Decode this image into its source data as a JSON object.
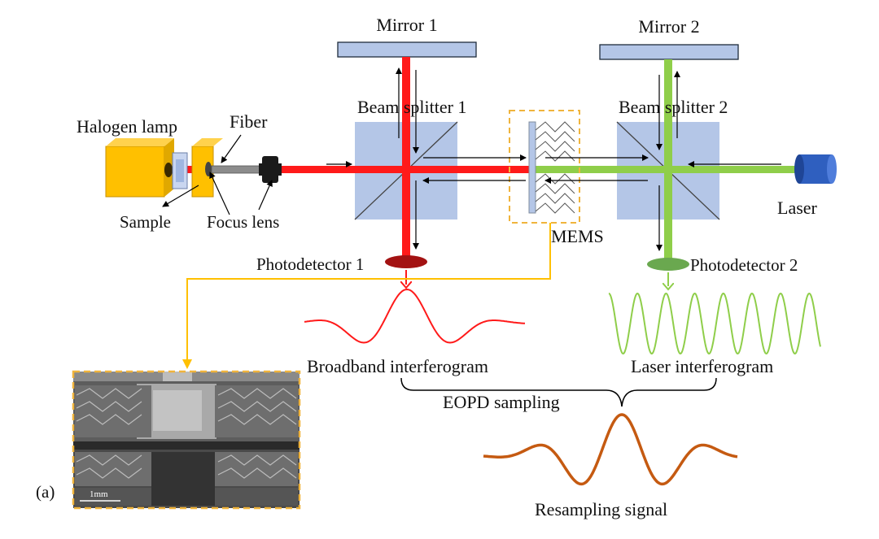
{
  "labels": {
    "mirror1": "Mirror 1",
    "mirror2": "Mirror 2",
    "beam_splitter1": "Beam splitter 1",
    "beam_splitter2": "Beam splitter 2",
    "halogen_lamp": "Halogen lamp",
    "fiber": "Fiber",
    "sample": "Sample",
    "focus_lens": "Focus lens",
    "laser": "Laser",
    "mems": "MEMS",
    "photodetector1": "Photodetector 1",
    "photodetector2": "Photodetector 2",
    "broadband_interferogram": "Broadband interferogram",
    "laser_interferogram": "Laser interferogram",
    "eopd_sampling": "EOPD sampling",
    "resampling_signal": "Resampling signal",
    "panel_label": "(a)",
    "scale_bar": "1mm"
  },
  "colors": {
    "broadband_beam": "#ff1a1a",
    "laser_beam": "#8fce4a",
    "splitter_fill": "#b4c6e7",
    "mirror_fill": "#b4c6e7",
    "lamp_fill": "#ffc000",
    "mems_frame": "#f0b43c",
    "photodetector1": "#a31212",
    "photodetector2": "#6aa84f",
    "laser_source": "#2f5fbf",
    "resampling_wave": "#c55a11"
  }
}
